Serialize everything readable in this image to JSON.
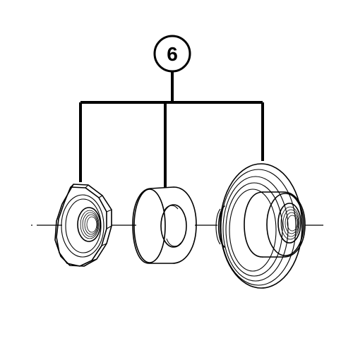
{
  "callout": {
    "number": "6"
  },
  "parts": [
    {
      "name": "lock-nut"
    },
    {
      "name": "washer"
    },
    {
      "name": "cone"
    }
  ]
}
